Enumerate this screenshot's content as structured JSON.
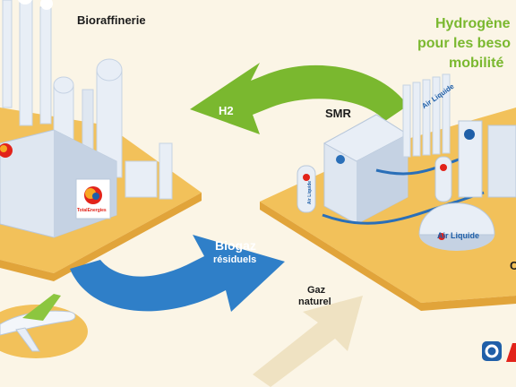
{
  "colors": {
    "background": "#fbf5e6",
    "platform": "#f2c15a",
    "platform_side": "#e1a43a",
    "green_arrow": "#7ab82f",
    "blue_arrow": "#2f7fc8",
    "beige_arrow": "#efe2c2",
    "building": "#e8eef6",
    "building_shade": "#c5d2e3",
    "pipe_blue": "#2a6fb8",
    "airliquide_blue": "#1f5fa8",
    "totalenergies_red": "#e2231a",
    "plane_green": "#8cc63f"
  },
  "labels": {
    "biorefinery": "Bioraffinerie",
    "smr": "SMR",
    "h2": "H2",
    "biogas": "Biogaz",
    "biogas_residual": "résiduels",
    "natural_gas_1": "Gaz",
    "natural_gas_2": "naturel",
    "hydrogen_line1": "Hydrogène",
    "hydrogen_line2": "pour les beso",
    "hydrogen_line3": "mobilité",
    "edge_letter": "C",
    "totalenergies_brand": "TotalEnergies",
    "airliquide_brand": "Air Liquide",
    "logo_letter": "A"
  },
  "icons": {
    "biorefinery": "refinery-plant-icon",
    "smr": "smr-plant-icon",
    "plane": "airplane-icon",
    "logo": "air-liquide-logo-icon"
  }
}
